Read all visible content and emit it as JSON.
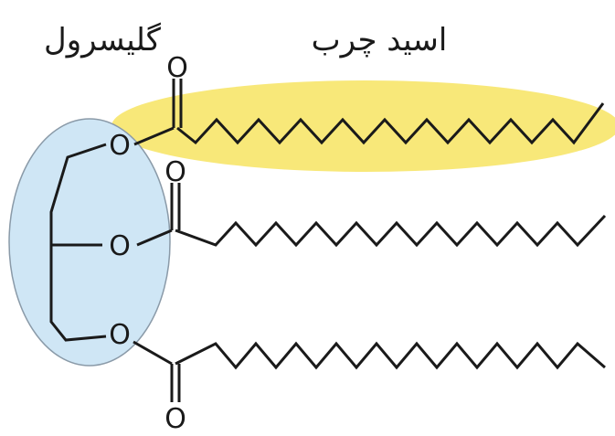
{
  "labels": {
    "glycerol": "گلیسرول",
    "fatty_acid": "اسید چرب"
  },
  "atoms": {
    "oxygen": "O"
  },
  "colors": {
    "glycerol_highlight": "#cfe6f5",
    "glycerol_outline": "#8a9aa8",
    "fatty_acid_highlight": "#f7e56a",
    "bond": "#1a1a1a"
  }
}
